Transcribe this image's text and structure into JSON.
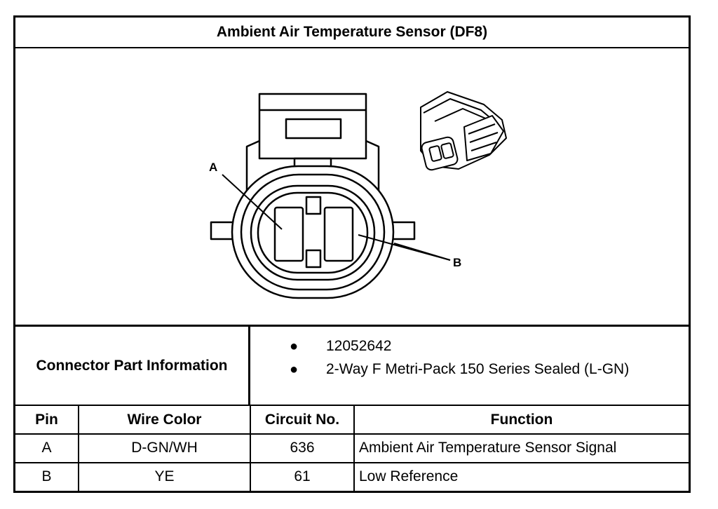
{
  "title": "Ambient Air Temperature Sensor (DF8)",
  "figure": {
    "callouts": {
      "a": "A",
      "b": "B"
    }
  },
  "connector_part_info": {
    "label": "Connector Part Information",
    "items": [
      "12052642",
      "2-Way F Metri-Pack 150 Series Sealed (L-GN)"
    ]
  },
  "pin_table": {
    "headers": {
      "pin": "Pin",
      "wire_color": "Wire Color",
      "circuit": "Circuit No.",
      "function": "Function"
    },
    "rows": [
      {
        "pin": "A",
        "wire_color": "D-GN/WH",
        "circuit": "636",
        "function": "Ambient Air Temperature Sensor Signal"
      },
      {
        "pin": "B",
        "wire_color": "YE",
        "circuit": "61",
        "function": "Low Reference"
      }
    ]
  }
}
